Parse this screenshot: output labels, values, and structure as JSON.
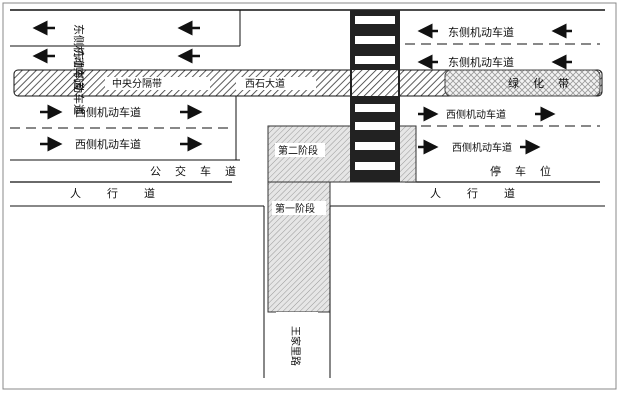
{
  "labels": {
    "north_east_lane_1": "东侧机动车道",
    "north_east_lane_2": "东侧机动车道",
    "median_left": "中央分隔带",
    "main_road": "西石大道",
    "south_west_lane_1": "西侧机动车道",
    "south_west_lane_2": "西侧机动车道",
    "bus_lane": "公交车道",
    "sidewalk_left": "人行道",
    "right_east_lane_1": "东侧机动车道",
    "right_east_lane_2": "东侧机动车道",
    "green_belt": "绿化带",
    "right_west_lane_1": "西侧机动车道",
    "right_west_lane_2": "西侧机动车道",
    "parking": "停车位",
    "sidewalk_right": "人行道",
    "stage_2": "第二阶段",
    "stage_1": "第一阶段",
    "side_road": "王家里路"
  }
}
